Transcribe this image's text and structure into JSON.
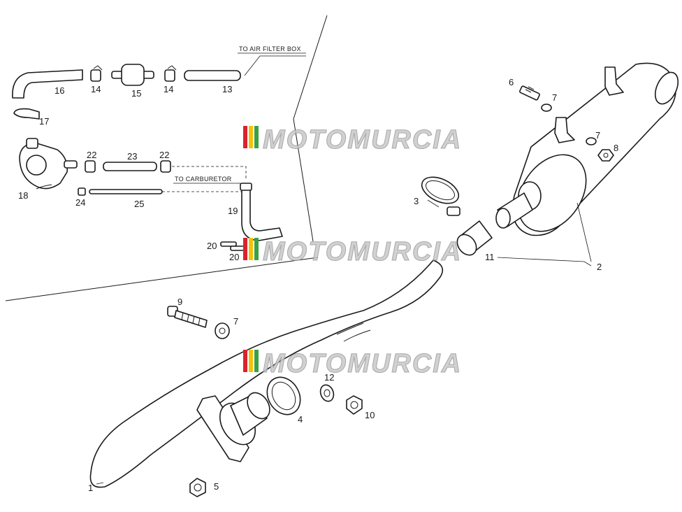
{
  "watermark": "MOTOMURCIA",
  "watermark_colors": {
    "red": "#d9232d",
    "yellow": "#f4c20d",
    "green": "#3aa045"
  },
  "notes": {
    "air_filter": "TO AIR FILTER BOX",
    "carburetor": "TO CARBURETOR"
  },
  "labels": {
    "p1": "1",
    "p2": "2",
    "p3": "3",
    "p4": "4",
    "p5": "5",
    "p6": "6",
    "p7a": "7",
    "p7b": "7",
    "p7c": "7",
    "p8": "8",
    "p9": "9",
    "p10": "10",
    "p11": "11",
    "p12": "12",
    "p13": "13",
    "p14a": "14",
    "p14b": "14",
    "p15": "15",
    "p16": "16",
    "p17": "17",
    "p18": "18",
    "p19": "19",
    "p20a": "20",
    "p20b": "20",
    "p22a": "22",
    "p22b": "22",
    "p23": "23",
    "p24": "24",
    "p25": "25"
  }
}
